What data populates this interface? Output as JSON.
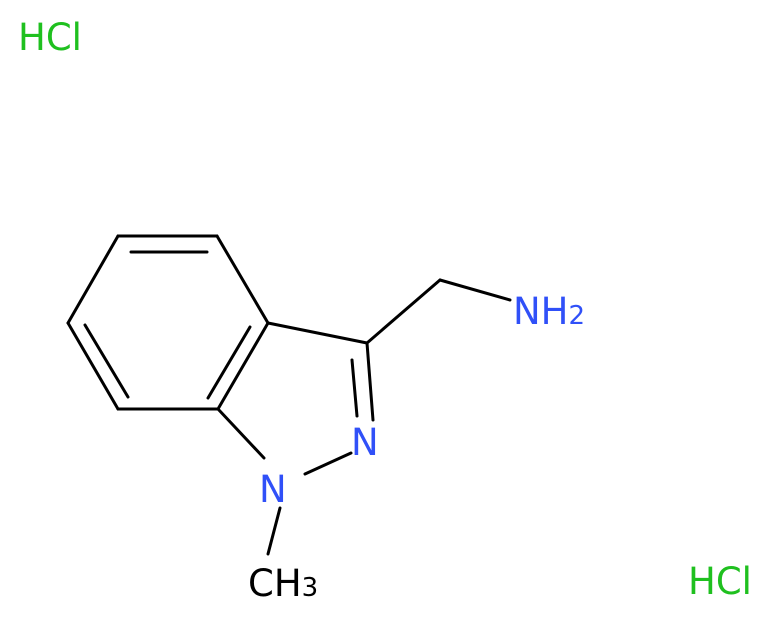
{
  "molecule": {
    "labels": {
      "hcl_top": "HCl",
      "hcl_bottom": "HCl",
      "n2": "N",
      "n1": "N",
      "nh2_main": "NH",
      "nh2_sub": "2",
      "ch3_main": "CH",
      "ch3_sub": "3"
    },
    "colors": {
      "bond": "#000000",
      "nitrogen": "#3050f8",
      "chlorine": "#1fc01f",
      "carbon_label": "#000000"
    }
  }
}
